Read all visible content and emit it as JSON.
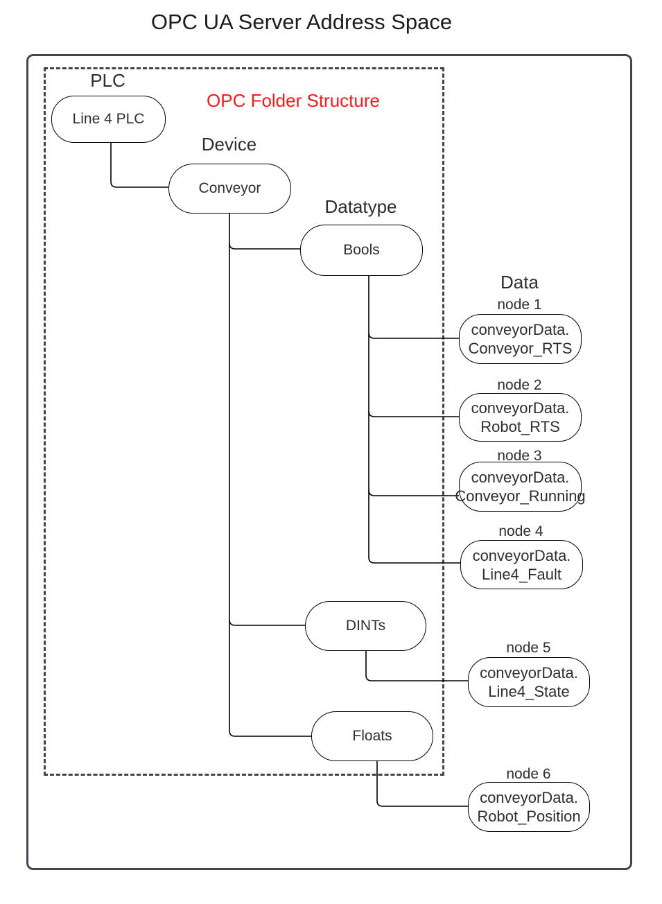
{
  "title": "OPC UA Server Address Space",
  "folder_label": "OPC Folder Structure",
  "columns": {
    "plc": "PLC",
    "device": "Device",
    "datatype": "Datatype",
    "data": "Data"
  },
  "nodes": {
    "plc": "Line 4 PLC",
    "device": "Conveyor",
    "datatype_bools": "Bools",
    "datatype_dints": "DINTs",
    "datatype_floats": "Floats"
  },
  "data_nodes": [
    {
      "id": "node 1",
      "text": "conveyorData.\nConveyor_RTS"
    },
    {
      "id": "node 2",
      "text": "conveyorData.\nRobot_RTS"
    },
    {
      "id": "node 3",
      "text": "conveyorData.\nConveyor_Running"
    },
    {
      "id": "node 4",
      "text": "conveyorData.\nLine4_Fault"
    },
    {
      "id": "node 5",
      "text": "conveyorData.\nLine4_State"
    },
    {
      "id": "node 6",
      "text": "conveyorData.\nRobot_Position"
    }
  ],
  "colors": {
    "frame": "#3f4650",
    "accent_red": "#f71a1a",
    "line": "#000000"
  }
}
